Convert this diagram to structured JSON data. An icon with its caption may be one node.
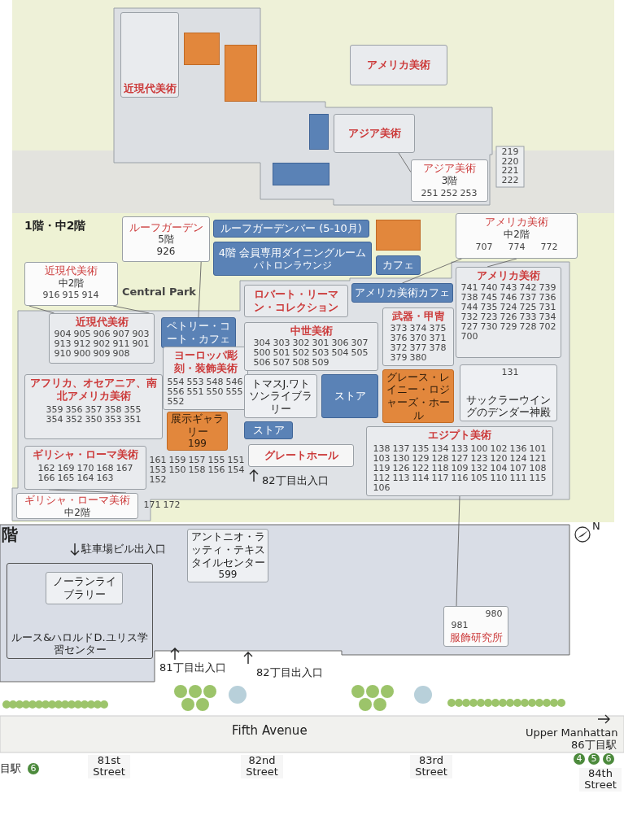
{
  "diagram": {
    "nodes": [
      {
        "text": [
          "近現代美術"
        ]
      },
      {
        "text": [],
        "shape": "box"
      },
      {
        "text": [],
        "shape": "box"
      },
      {
        "text": [
          "アメリカ美術"
        ]
      },
      {
        "text": [
          "アジア美術"
        ]
      },
      {
        "text": [
          "アジア美術",
          "3階"
        ]
      },
      {
        "text": [],
        "shape": "box"
      },
      {
        "text": [],
        "shape": "box"
      },
      {
        "text": [
          "ルーフガーデン",
          "5階",
          "926"
        ]
      },
      {
        "text": [
          "ルーフガーデンバー (5-10月)"
        ]
      },
      {
        "text": [
          "4階 会員専用ダイニングルーム",
          "パトロンラウンジ"
        ]
      },
      {
        "text": [
          "近現代美術",
          "中2階"
        ]
      },
      {
        "text": [
          "近現代美術"
        ]
      },
      {
        "text": [
          "ペトリー・コート・カフェ"
        ]
      },
      {
        "text": [
          "ロバート・リーマン・コレクション"
        ]
      },
      {
        "text": [],
        "shape": "box"
      },
      {
        "text": [
          "カフェ"
        ]
      },
      {
        "text": [
          "アメリカ美術",
          "中2階"
        ]
      },
      {
        "text": [
          "アメリカ美術カフェ"
        ]
      },
      {
        "text": [
          "アメリカ美術"
        ]
      },
      {
        "text": [
          "アフリカ、オセアニア、南北アメリカ美術"
        ]
      },
      {
        "text": [
          "ヨーロッパ彫刻・装飾美術"
        ]
      },
      {
        "text": [
          "中世美術"
        ]
      },
      {
        "text": [
          "武器・甲冑"
        ]
      },
      {
        "text": [
          "サックラーウイングのデンダー神殿"
        ]
      },
      {
        "text": [
          "展示ギャラリー",
          "199"
        ]
      },
      {
        "text": [
          "トマスJ.ワトソンライブラリー"
        ]
      },
      {
        "text": [
          "ストア"
        ]
      },
      {
        "text": [
          "ストア"
        ]
      },
      {
        "text": [
          "グレース・レイニー・ロジャーズ・ホール"
        ]
      },
      {
        "text": [
          "グレートホール"
        ]
      },
      {
        "text": [
          "ギリシャ・ローマ美術"
        ]
      },
      {
        "text": [
          "エジプト美術"
        ]
      },
      {
        "text": [
          "ギリシャ・ローマ美術",
          "中2階"
        ]
      },
      {
        "text": [
          "アントニオ・ラッティ・テキスタイルセンター",
          "599"
        ]
      },
      {
        "text": [
          "ルース&ハロルドD.ユリス学習センター"
        ]
      },
      {
        "text": [
          "ノーランライブラリー"
        ],
        "in": 35
      },
      {
        "text": [
          "服飾研究所"
        ]
      }
    ],
    "edges": [
      {
        "from": 5,
        "to": 4,
        "arrow": "none"
      },
      {
        "from": 11,
        "to": 12,
        "arrow": "none"
      },
      {
        "from": 11,
        "to": 12,
        "arrow": "none"
      },
      {
        "from": 8,
        "to": 13,
        "arrow": "none"
      },
      {
        "from": 17,
        "to": 18,
        "arrow": "none"
      },
      {
        "from": 17,
        "to": 19,
        "arrow": "none"
      },
      {
        "from": 33,
        "to": 31,
        "arrow": "none"
      },
      {
        "from": 37,
        "to": 32,
        "arrow": "none"
      }
    ],
    "labels": [
      "219",
      "220",
      "221",
      "222",
      "251",
      "252",
      "253",
      "1階・中2階",
      "916",
      "915",
      "914",
      "Central Park",
      "707",
      "774",
      "772",
      "904",
      "905",
      "906",
      "907",
      "903",
      "913",
      "912",
      "902",
      "911",
      "901",
      "910",
      "900",
      "909",
      "908",
      "741",
      "740",
      "743",
      "742",
      "739",
      "738",
      "745",
      "746",
      "737",
      "736",
      "744",
      "735",
      "724",
      "725",
      "731",
      "732",
      "723",
      "726",
      "733",
      "734",
      "727",
      "730",
      "729",
      "728",
      "702",
      "700",
      "304",
      "303",
      "302",
      "301",
      "306",
      "307",
      "500",
      "501",
      "502",
      "503",
      "504",
      "505",
      "506",
      "507",
      "508",
      "509",
      "373",
      "374",
      "375",
      "376",
      "370",
      "371",
      "372",
      "377",
      "378",
      "379",
      "380",
      "554",
      "553",
      "548",
      "546",
      "556",
      "551",
      "550",
      "555",
      "552",
      "359",
      "356",
      "357",
      "358",
      "355",
      "354",
      "352",
      "350",
      "353",
      "351",
      "131",
      "161",
      "159",
      "157",
      "155",
      "151",
      "153",
      "150",
      "158",
      "156",
      "154",
      "152",
      "162",
      "169",
      "170",
      "168",
      "167",
      "166",
      "165",
      "164",
      "163",
      "82丁目出入口",
      "138",
      "137",
      "135",
      "134",
      "133",
      "100",
      "102",
      "136",
      "101",
      "103",
      "130",
      "129",
      "128",
      "127",
      "123",
      "120",
      "124",
      "121",
      "119",
      "126",
      "122",
      "118",
      "109",
      "132",
      "104",
      "107",
      "108",
      "112",
      "113",
      "114",
      "117",
      "116",
      "105",
      "110",
      "111",
      "115",
      "106",
      "171",
      "172",
      "階",
      "駐車場ビル出入口",
      "980",
      "981",
      "81丁目出入口",
      "82丁目出入口",
      "Fifth Avenue",
      "81st Street",
      "82nd Street",
      "83rd Street",
      "84th Street",
      "Upper Manhattan",
      "86丁目駅",
      "4",
      "5",
      "6",
      "目駅",
      "6",
      "N"
    ]
  }
}
